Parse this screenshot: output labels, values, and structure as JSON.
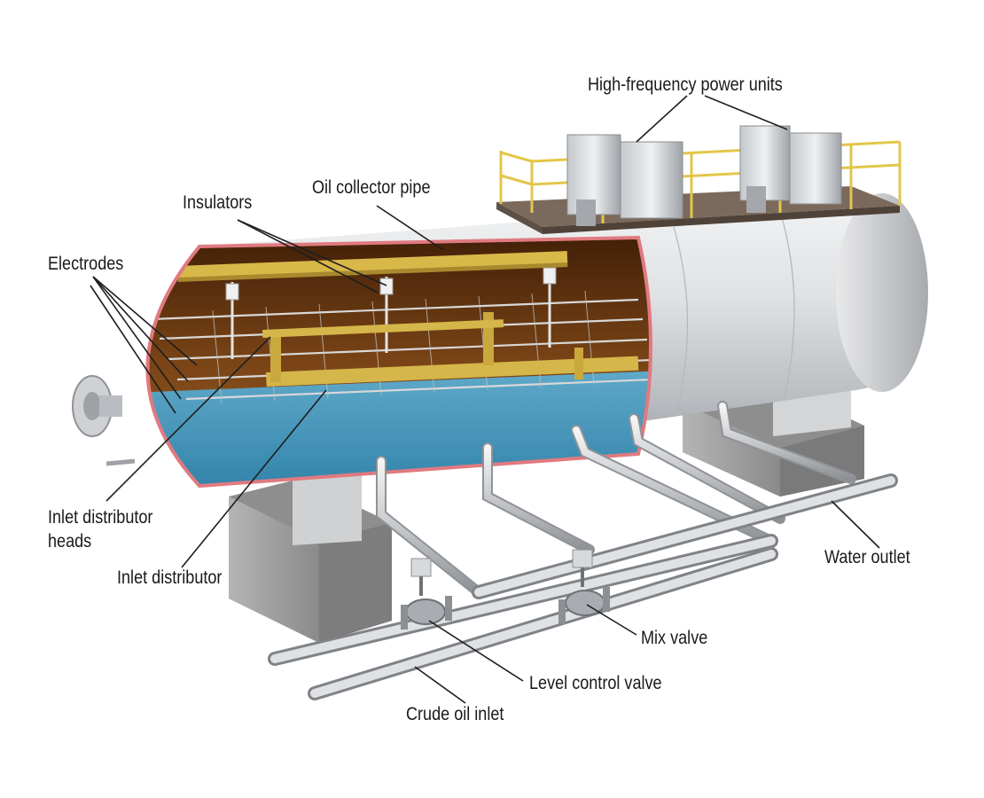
{
  "labels": {
    "high_frequency_power_units": "High-frequency power units",
    "oil_collector_pipe": "Oil collector pipe",
    "insulators": "Insulators",
    "electrodes": "Electrodes",
    "inlet_distributor_heads_line1": "Inlet distributor",
    "inlet_distributor_heads_line2": "heads",
    "inlet_distributor": "Inlet distributor",
    "water_outlet": "Water outlet",
    "mix_valve": "Mix valve",
    "level_control_valve": "Level control valve",
    "crude_oil_inlet": "Crude oil inlet"
  },
  "colors": {
    "vessel_steel": "#c9ccd0",
    "cutaway_rim": "#e07a80",
    "oil_interior": "#6a3a12",
    "water_layer": "#3f92b8",
    "railing": "#e3c64a",
    "collector_pipe": "#d9b84a",
    "support_concrete": "#9a9a9a"
  },
  "icons": {
    "valve_left": "level-control-valve-icon",
    "valve_right": "mix-valve-icon"
  }
}
